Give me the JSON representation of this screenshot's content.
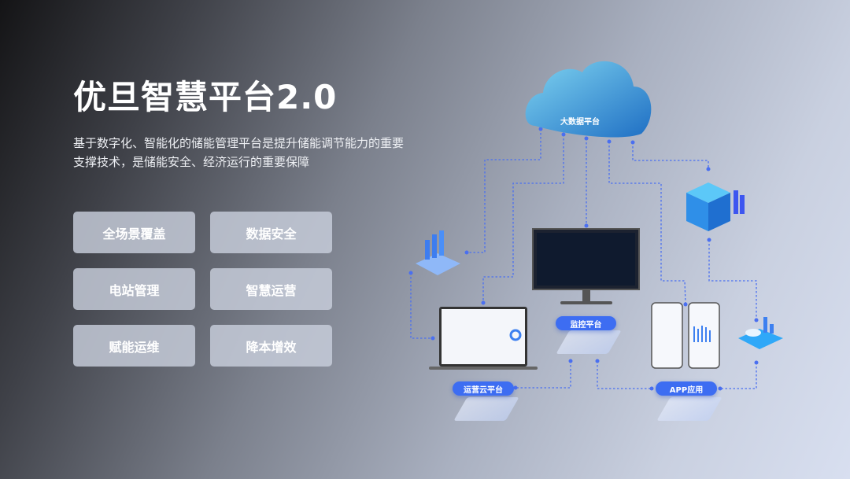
{
  "title": "优旦智慧平台2.0",
  "description": "基于数字化、智能化的储能管理平台是提升储能调节能力的重要支撑技术，是储能安全、经济运行的重要保障",
  "features": [
    "全场景覆盖",
    "数据安全",
    "电站管理",
    "智慧运营",
    "赋能运维",
    "降本增效"
  ],
  "diagram": {
    "cloud_label": "大数据平台",
    "monitor_label": "监控平台",
    "ops_label": "运营云平台",
    "app_label": "APP应用"
  },
  "colors": {
    "accent": "#3d6df2",
    "line": "#4a6ff0"
  }
}
